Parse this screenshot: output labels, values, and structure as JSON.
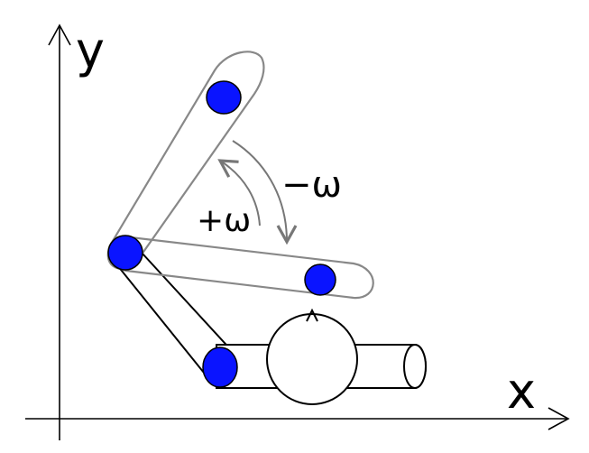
{
  "axes": {
    "x_label": "x",
    "y_label": "y"
  },
  "rotation": {
    "positive_label": "+ω",
    "negative_label": "−ω"
  },
  "colors": {
    "joint_fill": "#0a14ff",
    "link_outline": "#888888",
    "body_outline": "#000000",
    "background": "#ffffff"
  }
}
